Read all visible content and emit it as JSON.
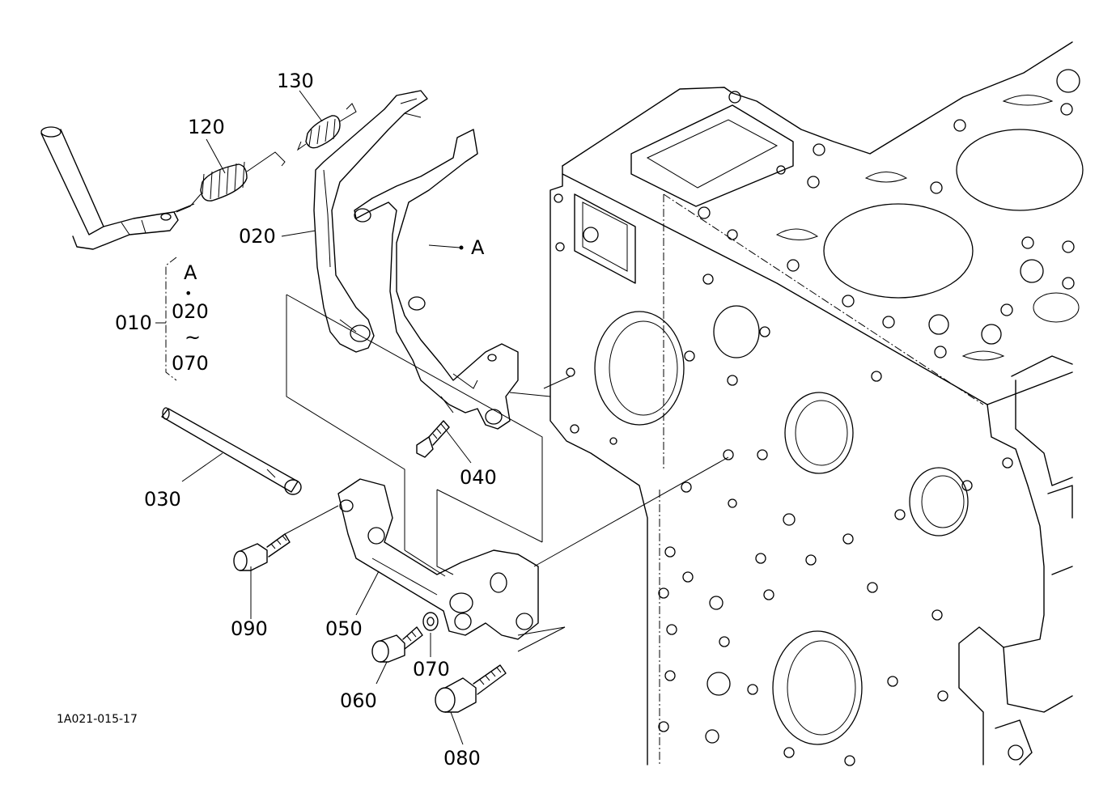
{
  "callouts": {
    "c130": "130",
    "c120": "120",
    "c020": "020",
    "cA": "A",
    "c010": "010",
    "c030": "030",
    "c040": "040",
    "c090": "090",
    "c050": "050",
    "c070": "070",
    "c060": "060",
    "c080": "080"
  },
  "bracket_group": {
    "top": "A",
    "dot": "•",
    "from": "020",
    "tilde": "~",
    "to": "070"
  },
  "drawing_code": "1A021-015-17"
}
